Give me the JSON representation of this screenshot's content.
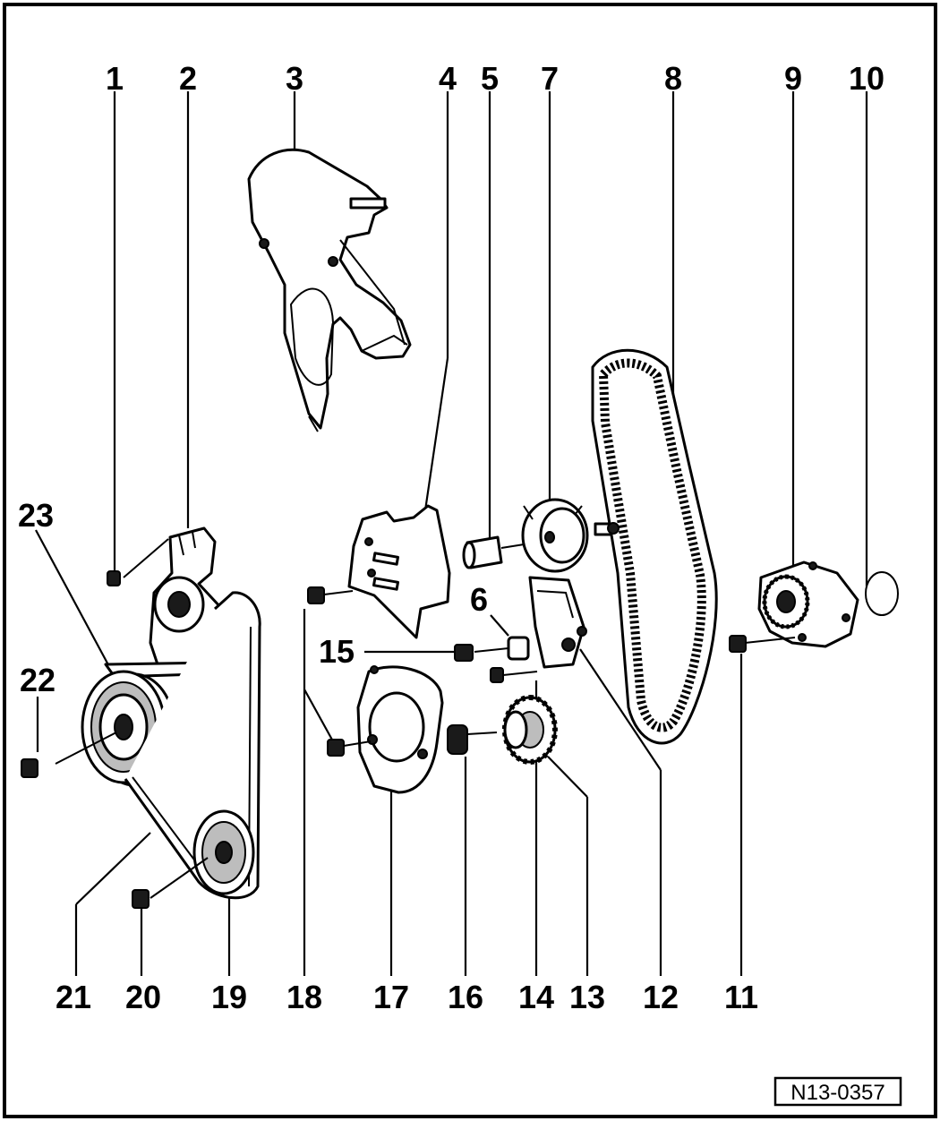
{
  "diagram": {
    "reference": "N13-0357",
    "labels": [
      "1",
      "2",
      "3",
      "4",
      "5",
      "7",
      "8",
      "9",
      "10",
      "23",
      "22",
      "6",
      "15",
      "21",
      "20",
      "19",
      "18",
      "17",
      "16",
      "14",
      "13",
      "12",
      "11"
    ]
  }
}
